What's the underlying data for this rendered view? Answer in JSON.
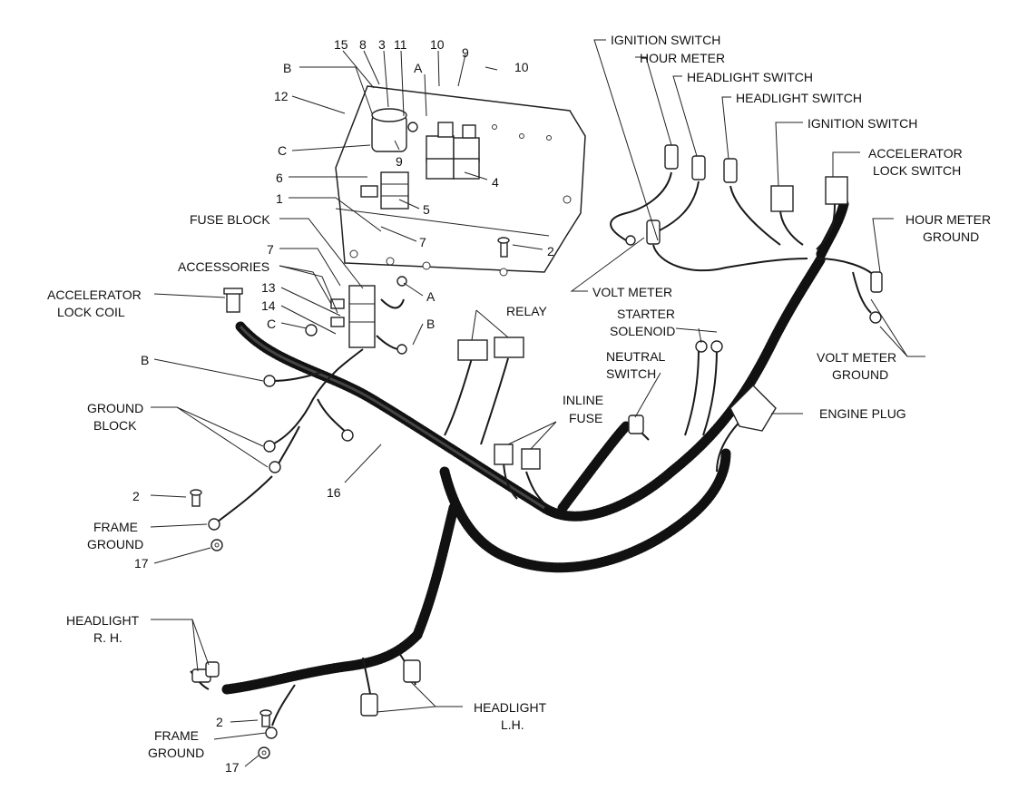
{
  "labels": {
    "ignition_switch_1": "IGNITION SWITCH",
    "hour_meter": "HOUR METER",
    "headlight_switch_1": "HEADLIGHT SWITCH",
    "headlight_switch_2": "HEADLIGHT SWITCH",
    "ignition_switch_2": "IGNITION SWITCH",
    "accelerator_lock_switch_1": "ACCELERATOR",
    "accelerator_lock_switch_2": "LOCK SWITCH",
    "hour_meter_ground_1": "HOUR METER",
    "hour_meter_ground_2": "GROUND",
    "volt_meter": "VOLT METER",
    "volt_meter_ground_1": "VOLT METER",
    "volt_meter_ground_2": "GROUND",
    "starter_solenoid_1": "STARTER",
    "starter_solenoid_2": "SOLENOID",
    "neutral_switch_1": "NEUTRAL",
    "neutral_switch_2": "SWITCH",
    "engine_plug": "ENGINE PLUG",
    "relay": "RELAY",
    "inline_fuse_1": "INLINE",
    "inline_fuse_2": "FUSE",
    "fuse_block": "FUSE BLOCK",
    "accessories": "ACCESSORIES",
    "accelerator_lock_coil_1": "ACCELERATOR",
    "accelerator_lock_coil_2": "LOCK COIL",
    "ground_block_1": "GROUND",
    "ground_block_2": "BLOCK",
    "frame_ground_1": "FRAME",
    "frame_ground_2": "GROUND",
    "frame_ground_b_1": "FRAME",
    "frame_ground_b_2": "GROUND",
    "headlight_rh_1": "HEADLIGHT",
    "headlight_rh_2": "R. H.",
    "headlight_lh_1": "HEADLIGHT",
    "headlight_lh_2": "L.H."
  },
  "callouts": {
    "n15": "15",
    "n8": "8",
    "n3": "3",
    "n11": "11",
    "n10a": "10",
    "n9a": "9",
    "n10b": "10",
    "A1": "A",
    "B1": "B",
    "n12": "12",
    "C1": "C",
    "n9b": "9",
    "n4": "4",
    "n6": "6",
    "n5": "5",
    "n1": "1",
    "n7a": "7",
    "n2a": "2",
    "n7b": "7",
    "A2": "A",
    "n13": "13",
    "n14": "14",
    "C2": "C",
    "B2": "B",
    "B3": "B",
    "n16": "16",
    "n2b": "2",
    "n17a": "17",
    "n2c": "2",
    "n17b": "17"
  }
}
